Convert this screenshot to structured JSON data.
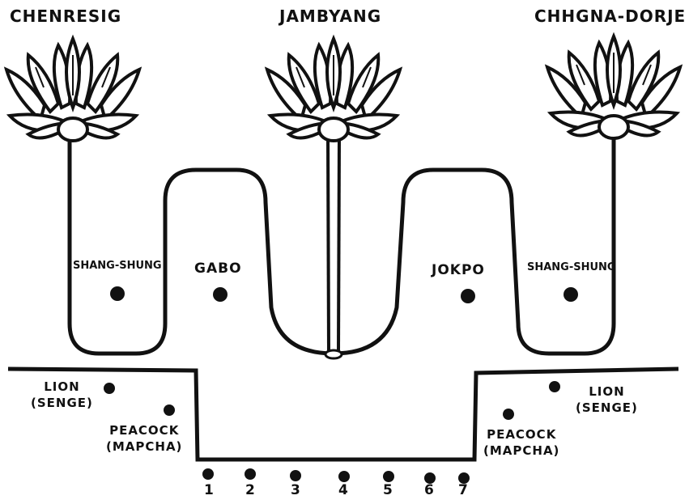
{
  "deities": {
    "left": "CHENRESIG",
    "center": "JAMBYANG",
    "right": "CHHGNA-DORJE"
  },
  "places": {
    "shang_shung_left": "SHANG-SHUNG",
    "gabo": "GABO",
    "jokpo": "JOKPO",
    "shang_shung_right": "SHANG-SHUNG"
  },
  "animals": {
    "lion_left": {
      "line1": "LION",
      "line2": "(SENGE)"
    },
    "peacock_left": {
      "line1": "PEACOCK",
      "line2": "(MAPCHA)"
    },
    "lion_right": {
      "line1": "LION",
      "line2": "(SENGE)"
    },
    "peacock_right": {
      "line1": "PEACOCK",
      "line2": "(MAPCHA)"
    }
  },
  "numbers": [
    "1",
    "2",
    "3",
    "4",
    "5",
    "6",
    "7"
  ],
  "colors": {
    "ink": "#111111",
    "background": "#ffffff"
  },
  "icons": [
    "lotus-flower-icon",
    "dot-marker-icon"
  ]
}
